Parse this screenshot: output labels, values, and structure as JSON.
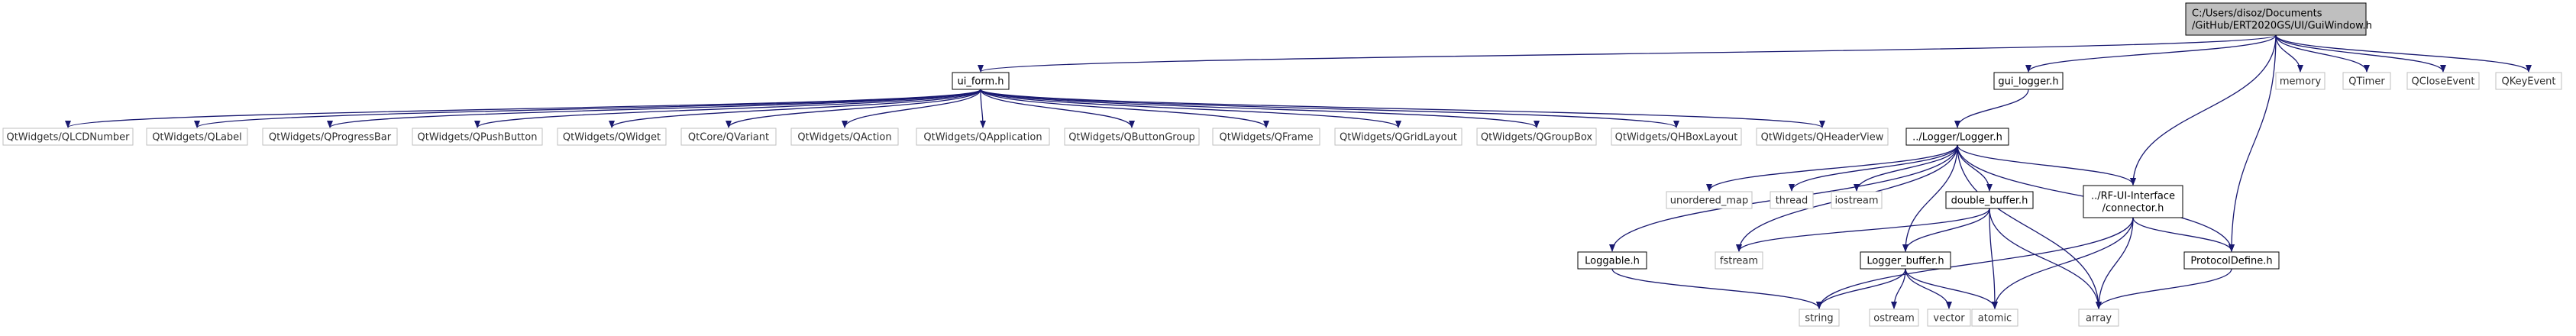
{
  "diagram": {
    "colors": {
      "edge": "#191970",
      "root_fill": "#bfbfbf",
      "root_border": "#000000",
      "header_fill": "#ffffff",
      "header_border": "#000000",
      "system_border": "#bfbfbf",
      "system_text": "#303030"
    },
    "nodes": [
      {
        "id": "root",
        "kind": "root",
        "lines": [
          "C:/Users/disoz/Documents",
          "/GitHub/ERT2020GS/UI/GuiWindow.h"
        ]
      },
      {
        "id": "ui_form",
        "kind": "header",
        "lines": [
          "ui_form.h"
        ]
      },
      {
        "id": "gui_logger",
        "kind": "header",
        "lines": [
          "gui_logger.h"
        ]
      },
      {
        "id": "memory",
        "kind": "system",
        "lines": [
          "memory"
        ]
      },
      {
        "id": "qtimer",
        "kind": "system",
        "lines": [
          "QTimer"
        ]
      },
      {
        "id": "qcloseevent",
        "kind": "system",
        "lines": [
          "QCloseEvent"
        ]
      },
      {
        "id": "qkeyevent",
        "kind": "system",
        "lines": [
          "QKeyEvent"
        ]
      },
      {
        "id": "qlcdnumber",
        "kind": "system",
        "lines": [
          "QtWidgets/QLCDNumber"
        ]
      },
      {
        "id": "qlabel",
        "kind": "system",
        "lines": [
          "QtWidgets/QLabel"
        ]
      },
      {
        "id": "qprogressbar",
        "kind": "system",
        "lines": [
          "QtWidgets/QProgressBar"
        ]
      },
      {
        "id": "qpushbutton",
        "kind": "system",
        "lines": [
          "QtWidgets/QPushButton"
        ]
      },
      {
        "id": "qwidget",
        "kind": "system",
        "lines": [
          "QtWidgets/QWidget"
        ]
      },
      {
        "id": "qvariant",
        "kind": "system",
        "lines": [
          "QtCore/QVariant"
        ]
      },
      {
        "id": "qaction",
        "kind": "system",
        "lines": [
          "QtWidgets/QAction"
        ]
      },
      {
        "id": "qapplication",
        "kind": "system",
        "lines": [
          "QtWidgets/QApplication"
        ]
      },
      {
        "id": "qbuttongroup",
        "kind": "system",
        "lines": [
          "QtWidgets/QButtonGroup"
        ]
      },
      {
        "id": "qframe",
        "kind": "system",
        "lines": [
          "QtWidgets/QFrame"
        ]
      },
      {
        "id": "qgridlayout",
        "kind": "system",
        "lines": [
          "QtWidgets/QGridLayout"
        ]
      },
      {
        "id": "qgroupbox",
        "kind": "system",
        "lines": [
          "QtWidgets/QGroupBox"
        ]
      },
      {
        "id": "qhboxlayout",
        "kind": "system",
        "lines": [
          "QtWidgets/QHBoxLayout"
        ]
      },
      {
        "id": "qheaderview",
        "kind": "system",
        "lines": [
          "QtWidgets/QHeaderView"
        ]
      },
      {
        "id": "logger",
        "kind": "header",
        "lines": [
          "../Logger/Logger.h"
        ]
      },
      {
        "id": "loggable",
        "kind": "header",
        "lines": [
          "Loggable.h"
        ]
      },
      {
        "id": "unordered_map",
        "kind": "system",
        "lines": [
          "unordered_map"
        ]
      },
      {
        "id": "thread",
        "kind": "system",
        "lines": [
          "thread"
        ]
      },
      {
        "id": "iostream",
        "kind": "system",
        "lines": [
          "iostream"
        ]
      },
      {
        "id": "double_buffer",
        "kind": "header",
        "lines": [
          "double_buffer.h"
        ]
      },
      {
        "id": "connector",
        "kind": "header",
        "lines": [
          "../RF-UI-Interface",
          "/connector.h"
        ]
      },
      {
        "id": "fstream",
        "kind": "system",
        "lines": [
          "fstream"
        ]
      },
      {
        "id": "logger_buffer",
        "kind": "header",
        "lines": [
          "Logger_buffer.h"
        ]
      },
      {
        "id": "protocoldefine",
        "kind": "header",
        "lines": [
          "ProtocolDefine.h"
        ]
      },
      {
        "id": "string",
        "kind": "system",
        "lines": [
          "string"
        ]
      },
      {
        "id": "ostream",
        "kind": "system",
        "lines": [
          "ostream"
        ]
      },
      {
        "id": "vector",
        "kind": "system",
        "lines": [
          "vector"
        ]
      },
      {
        "id": "atomic",
        "kind": "system",
        "lines": [
          "atomic"
        ]
      },
      {
        "id": "array",
        "kind": "system",
        "lines": [
          "array"
        ]
      }
    ],
    "edges": [
      [
        "root",
        "ui_form"
      ],
      [
        "root",
        "gui_logger"
      ],
      [
        "root",
        "memory"
      ],
      [
        "root",
        "qtimer"
      ],
      [
        "root",
        "qcloseevent"
      ],
      [
        "root",
        "qkeyevent"
      ],
      [
        "root",
        "connector"
      ],
      [
        "root",
        "protocoldefine"
      ],
      [
        "ui_form",
        "qlcdnumber"
      ],
      [
        "ui_form",
        "qlabel"
      ],
      [
        "ui_form",
        "qprogressbar"
      ],
      [
        "ui_form",
        "qpushbutton"
      ],
      [
        "ui_form",
        "qwidget"
      ],
      [
        "ui_form",
        "qvariant"
      ],
      [
        "ui_form",
        "qaction"
      ],
      [
        "ui_form",
        "qapplication"
      ],
      [
        "ui_form",
        "qbuttongroup"
      ],
      [
        "ui_form",
        "qframe"
      ],
      [
        "ui_form",
        "qgridlayout"
      ],
      [
        "ui_form",
        "qgroupbox"
      ],
      [
        "ui_form",
        "qhboxlayout"
      ],
      [
        "ui_form",
        "qheaderview"
      ],
      [
        "gui_logger",
        "logger"
      ],
      [
        "logger",
        "loggable"
      ],
      [
        "logger",
        "unordered_map"
      ],
      [
        "logger",
        "thread"
      ],
      [
        "logger",
        "iostream"
      ],
      [
        "logger",
        "double_buffer"
      ],
      [
        "logger",
        "connector"
      ],
      [
        "logger",
        "fstream"
      ],
      [
        "logger",
        "logger_buffer"
      ],
      [
        "logger",
        "protocoldefine"
      ],
      [
        "logger",
        "array"
      ],
      [
        "loggable",
        "string"
      ],
      [
        "double_buffer",
        "fstream"
      ],
      [
        "double_buffer",
        "logger_buffer"
      ],
      [
        "double_buffer",
        "atomic"
      ],
      [
        "double_buffer",
        "array"
      ],
      [
        "connector",
        "string"
      ],
      [
        "connector",
        "atomic"
      ],
      [
        "connector",
        "protocoldefine"
      ],
      [
        "connector",
        "array"
      ],
      [
        "logger_buffer",
        "string"
      ],
      [
        "logger_buffer",
        "ostream"
      ],
      [
        "logger_buffer",
        "vector"
      ],
      [
        "logger_buffer",
        "atomic"
      ],
      [
        "protocoldefine",
        "array"
      ]
    ]
  }
}
